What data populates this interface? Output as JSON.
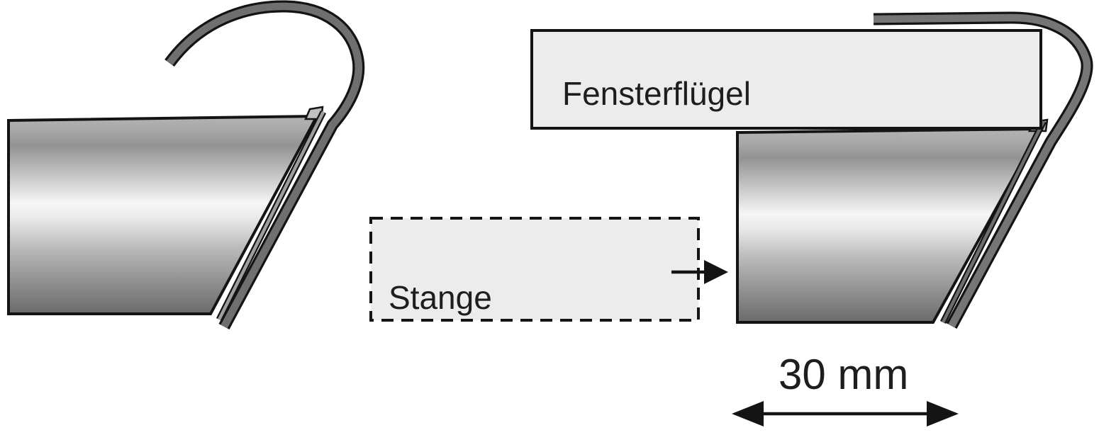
{
  "labels": {
    "window_sash": "Fensterflügel",
    "rod": "Stange",
    "dimension": "30 mm"
  },
  "colors": {
    "background": "#ffffff",
    "outline": "#141414",
    "label_box_fill": "#ececec",
    "hook_band_gray_left": "#6f6f6f",
    "hook_band_gray_right": "#757575",
    "flange_gray_left": "#9e9e9e",
    "flange_gray_right": "#6e6e6e",
    "lip_gray": "#c0c0c0",
    "metal_top": "#b3b3b3",
    "metal_dark_band": "#939393",
    "metal_highlight": "#f6f6f6",
    "metal_bottom": "#6a6a6a",
    "text": "#1e1e1e"
  }
}
